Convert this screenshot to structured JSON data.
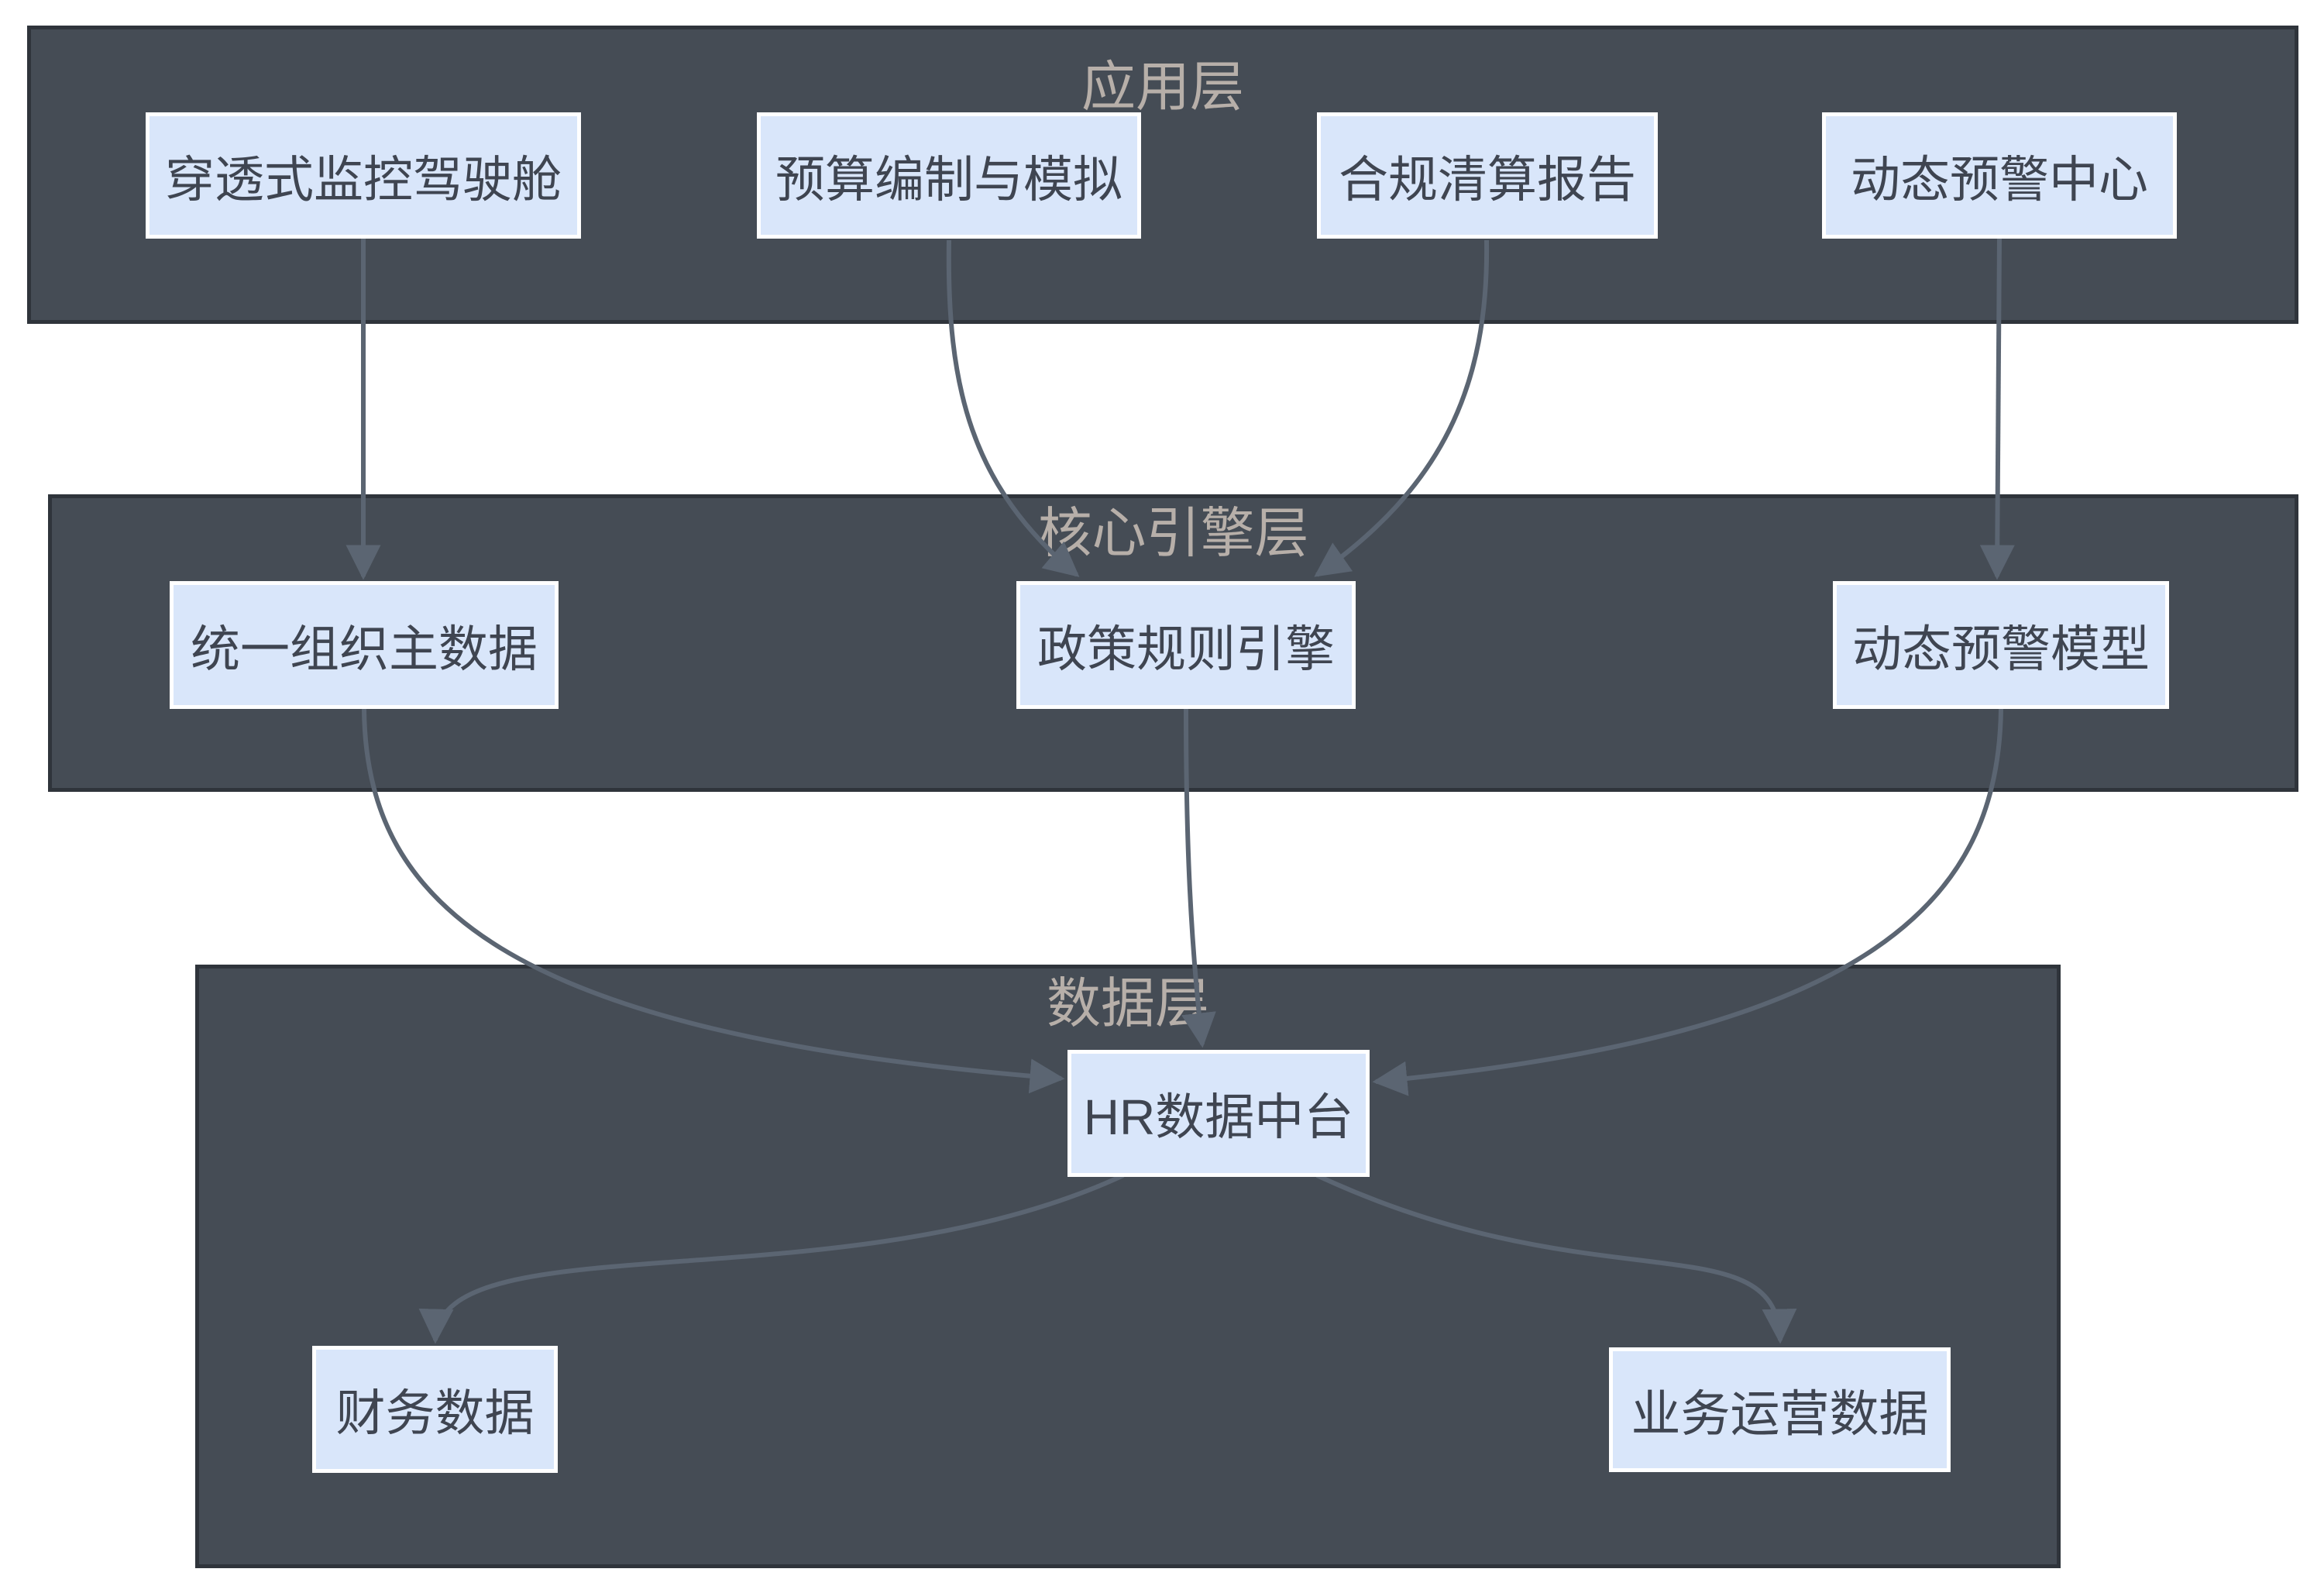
{
  "colors": {
    "background": "#ffffff",
    "band_fill": "#454C55",
    "band_border": "#2F343B",
    "node_fill": "#D9E6FA",
    "node_border": "#ffffff",
    "node_text": "#3F4551",
    "layer_title": "#B7AFA9",
    "connector": "#5B6572"
  },
  "layers": {
    "application": {
      "title": "应用层"
    },
    "core_engine": {
      "title": "核心引擎层"
    },
    "data": {
      "title": "数据层"
    }
  },
  "nodes": {
    "penetrating_monitoring_cockpit": {
      "label": "穿透式监控驾驶舱",
      "layer": "应用层"
    },
    "budgeting_simulation": {
      "label": "预算编制与模拟",
      "layer": "应用层"
    },
    "compliance_settlement_report": {
      "label": "合规清算报告",
      "layer": "应用层"
    },
    "dynamic_warning_center": {
      "label": "动态预警中心",
      "layer": "应用层"
    },
    "unified_org_master_data": {
      "label": "统一组织主数据",
      "layer": "核心引擎层"
    },
    "policy_rule_engine": {
      "label": "政策规则引擎",
      "layer": "核心引擎层"
    },
    "dynamic_warning_model": {
      "label": "动态预警模型",
      "layer": "核心引擎层"
    },
    "hr_data_platform": {
      "label": "HR数据中台",
      "layer": "数据层"
    },
    "finance_data": {
      "label": "财务数据",
      "layer": "数据层"
    },
    "business_operation_data": {
      "label": "业务运营数据",
      "layer": "数据层"
    }
  },
  "edges": [
    {
      "from": "穿透式监控驾驶舱",
      "to": "统一组织主数据"
    },
    {
      "from": "预算编制与模拟",
      "to": "政策规则引擎"
    },
    {
      "from": "合规清算报告",
      "to": "政策规则引擎"
    },
    {
      "from": "动态预警中心",
      "to": "动态预警模型"
    },
    {
      "from": "统一组织主数据",
      "to": "HR数据中台"
    },
    {
      "from": "政策规则引擎",
      "to": "HR数据中台"
    },
    {
      "from": "动态预警模型",
      "to": "HR数据中台"
    },
    {
      "from": "HR数据中台",
      "to": "财务数据"
    },
    {
      "from": "HR数据中台",
      "to": "业务运营数据"
    }
  ]
}
